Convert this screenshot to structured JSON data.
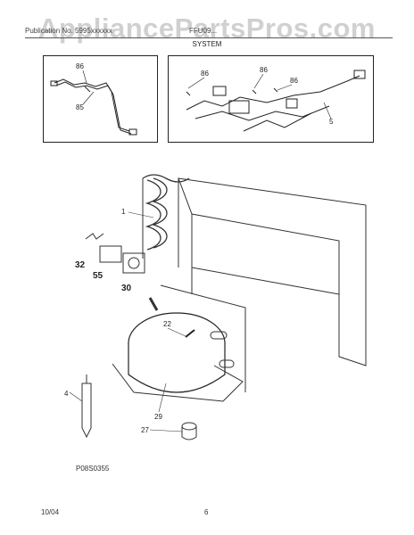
{
  "header": {
    "watermark": "AppliancePartsPros.com",
    "left_text": "Publication No. 5995xxxxxx",
    "mid_text": "FFU09...",
    "section_title": "SYSTEM"
  },
  "callouts": {
    "inset_a": [
      "86",
      "85"
    ],
    "inset_b": [
      "86",
      "86",
      "86",
      "5"
    ],
    "main": [
      "1",
      "32",
      "55",
      "30",
      "22",
      "4",
      "29",
      "27"
    ]
  },
  "drawing_ref": "P08S0355",
  "footer": {
    "date": "10/04",
    "page": "6"
  }
}
